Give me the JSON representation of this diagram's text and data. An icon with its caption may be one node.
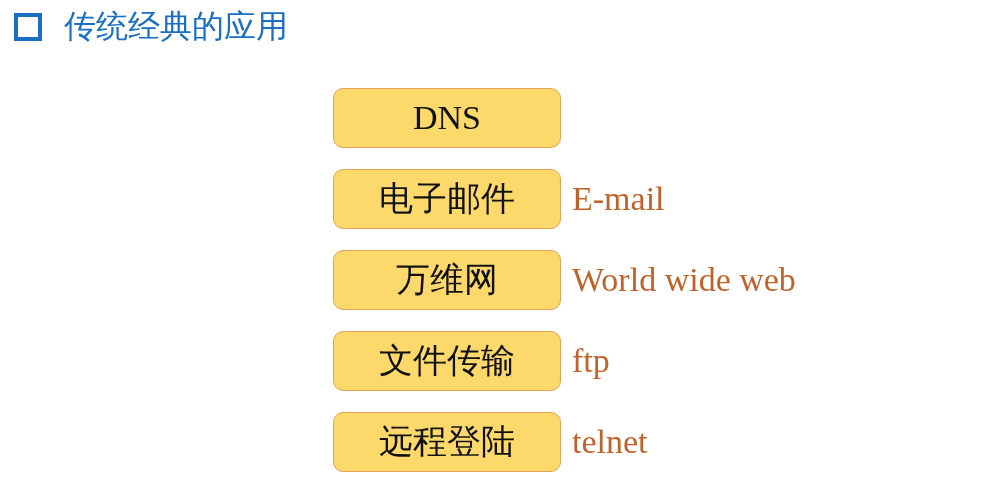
{
  "diagram": {
    "title": "传统经典的应用",
    "nodes": [
      {
        "text": [
          "DNS"
        ]
      },
      {
        "text": [
          "电子邮件"
        ],
        "beside": [
          "E-mail"
        ]
      },
      {
        "text": [
          "万维网"
        ],
        "beside": [
          "World wide web"
        ]
      },
      {
        "text": [
          "文件传输"
        ],
        "beside": [
          "ftp"
        ]
      },
      {
        "text": [
          "远程登陆"
        ],
        "beside": [
          "telnet"
        ]
      }
    ]
  }
}
